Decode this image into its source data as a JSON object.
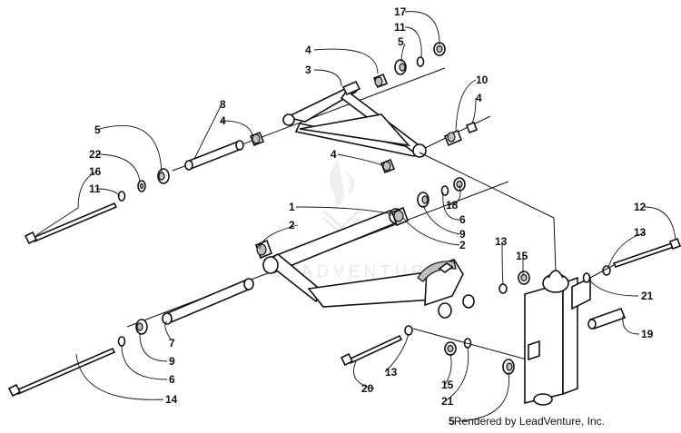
{
  "callouts": {
    "n17": "17",
    "n11a": "11",
    "n5a": "5",
    "n4a": "4",
    "n3": "3",
    "n10": "10",
    "n4b": "4",
    "n8": "8",
    "n4c": "4",
    "n5b": "5",
    "n22": "22",
    "n16": "16",
    "n11b": "11",
    "n4d": "4",
    "n1": "1",
    "n2a": "2",
    "n18": "18",
    "n6a": "6",
    "n9a": "9",
    "n2b": "2",
    "n13a": "13",
    "n15a": "15",
    "n12": "12",
    "n13b": "13",
    "n21a": "21",
    "n19": "19",
    "n7": "7",
    "n9b": "9",
    "n6b": "6",
    "n14": "14",
    "n13c": "13",
    "n15b": "15",
    "n20": "20",
    "n21b": "21",
    "n5c": "5"
  },
  "watermark": "LEADVENTURE",
  "footer": "Rendered by LeadVenture, Inc."
}
